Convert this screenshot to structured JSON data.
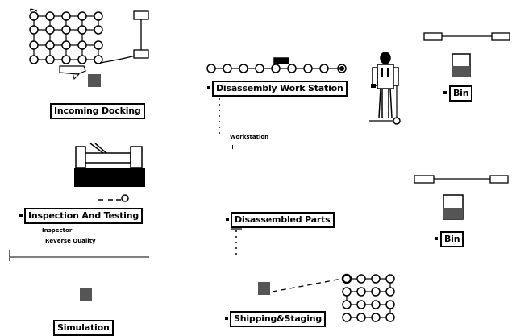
{
  "stations": {
    "incoming_docking": {
      "label": "Incoming Docking"
    },
    "disassembly_work_station": {
      "label": "Disassembly Work Station",
      "worker_label": "Workstation"
    },
    "inspection_and_testing": {
      "label": "Inspection And Testing",
      "sub1": "Inspector",
      "sub2": "Reverse Quality"
    },
    "disassembled_parts": {
      "label": "Disassembled Parts"
    },
    "shipping_and_staging": {
      "label": "Shipping&Staging"
    },
    "simulation": {
      "label": "Simulation"
    },
    "bin_top": {
      "label": "Bin"
    },
    "bin_bottom": {
      "label": "Bin"
    }
  },
  "icons": {
    "conveyor_grid": "conveyor-grid-icon",
    "worker": "worker-figure-icon",
    "machine": "lathe-machine-icon",
    "bin": "bin-icon",
    "fork": "forklift-icon"
  },
  "colors": {
    "ink": "#000000",
    "fill_gray": "#555555",
    "background": "#ffffff"
  }
}
